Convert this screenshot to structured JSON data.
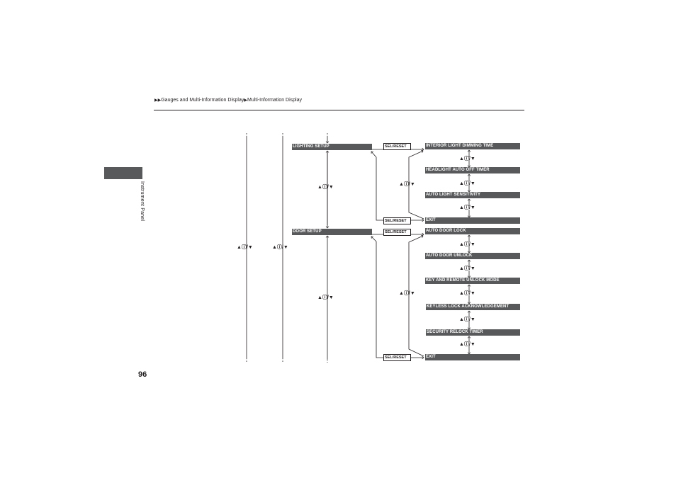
{
  "breadcrumb": {
    "arrows": "▶▶",
    "section": "Gauges and Multi-Information Display",
    "separator": "▶",
    "subsection": "Multi-Information Display"
  },
  "side_tab": {
    "label": "Instrument Panel"
  },
  "page_number": "96",
  "controls": {
    "updown": "▲ⓘ/▼",
    "sel_reset": "SEL/RESET"
  },
  "menu": {
    "lighting_setup": "LIGHTING SETUP",
    "door_setup": "DOOR SETUP",
    "lighting_items": [
      "INTERIOR LIGHT DIMMING TIME",
      "HEADLIGHT AUTO OFF TIMER",
      "AUTO LIGHT SENSITIVITY",
      "EXIT"
    ],
    "door_items": [
      "AUTO DOOR LOCK",
      "AUTO DOOR UNLOCK",
      "KEY AND REMOTE UNLOCK MODE",
      "KEYLESS LOCK ACKNOWLEDGEMENT",
      "SECURITY RELOCK TIMER",
      "EXIT"
    ]
  }
}
